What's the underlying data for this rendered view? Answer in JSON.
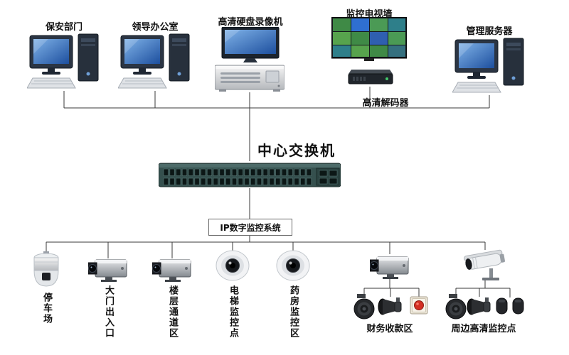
{
  "top_nodes": [
    {
      "label": "保安部门"
    },
    {
      "label": "领导办公室"
    },
    {
      "label": "高清硬盘录像机"
    },
    {
      "label": "监控电视墙"
    },
    {
      "label": "管理服务器"
    }
  ],
  "decoder": {
    "label": "高清解码器"
  },
  "core_switch": {
    "label": "中心交换机"
  },
  "system_box": {
    "label": "IP数字监控系统"
  },
  "bottom_nodes": [
    {
      "label": "停车场"
    },
    {
      "label": "大门出入口"
    },
    {
      "label": "楼层通道区"
    },
    {
      "label": "电梯监控点"
    },
    {
      "label": "药房监控区"
    }
  ],
  "zones": [
    {
      "label": "财务收款区"
    },
    {
      "label": "周边高清监控点"
    }
  ],
  "colors": {
    "line": "#3a3a3a",
    "switch_body": "#35504e",
    "screen_blue": "#2f6fd0",
    "text": "#111111",
    "background": "#ffffff"
  }
}
